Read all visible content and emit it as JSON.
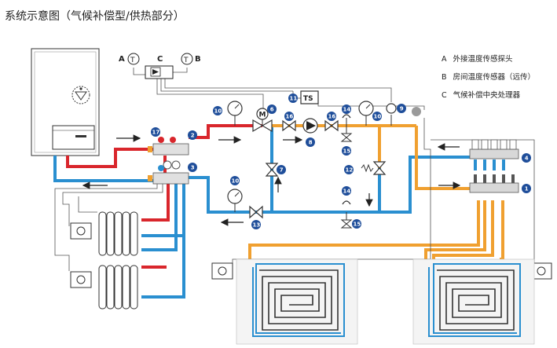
{
  "title": "系统示意图（气候补偿型/供热部分）",
  "top_labels": {
    "a": "A",
    "c": "C",
    "b": "B"
  },
  "legend": [
    {
      "key": "A",
      "text": "外接温度传感探头"
    },
    {
      "key": "B",
      "text": "房间温度传感器（远传）"
    },
    {
      "key": "C",
      "text": "气候补偿中央处理器"
    }
  ],
  "ts_label": "TS",
  "motor_label": "M",
  "badges": {
    "b1": "1",
    "b2": "2",
    "b3": "3",
    "b4": "4",
    "b6": "6",
    "b7": "7",
    "b8": "8",
    "b9": "9",
    "b10a": "10",
    "b10b": "10",
    "b10c": "10",
    "b11": "11",
    "b12": "12",
    "b13": "13",
    "b14a": "14",
    "b14b": "14",
    "b15a": "15",
    "b15b": "15",
    "b16a": "16",
    "b16b": "16",
    "b17": "17"
  },
  "colors": {
    "supply": "#d9262c",
    "return": "#2a8fd0",
    "mixed": "#f0a030",
    "badge": "#1f4e9a",
    "line": "#333333"
  }
}
